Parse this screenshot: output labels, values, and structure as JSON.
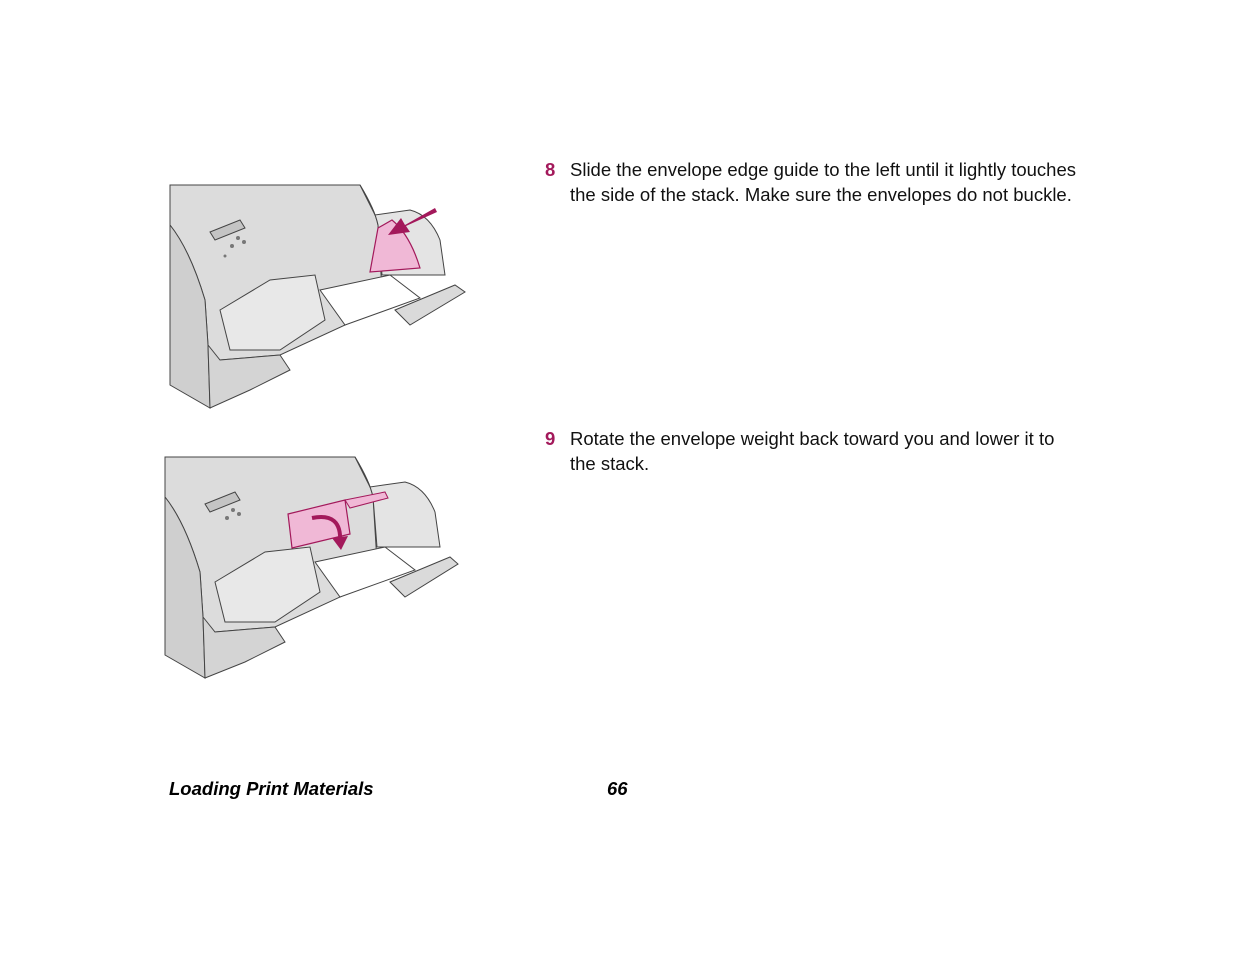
{
  "steps": [
    {
      "number": "8",
      "text": "Slide the envelope edge guide to the left until it lightly touches the side of the stack. Make sure the envelopes do not buckle."
    },
    {
      "number": "9",
      "text": "Rotate the envelope weight back toward you and lower it to the stack."
    }
  ],
  "footer": {
    "section_title": "Loading Print Materials",
    "page_number": "66"
  },
  "colors": {
    "accent": "#a3195b",
    "highlight_fill": "#f0b8d6",
    "printer_body": "#dcdcdc",
    "line": "#444444"
  }
}
